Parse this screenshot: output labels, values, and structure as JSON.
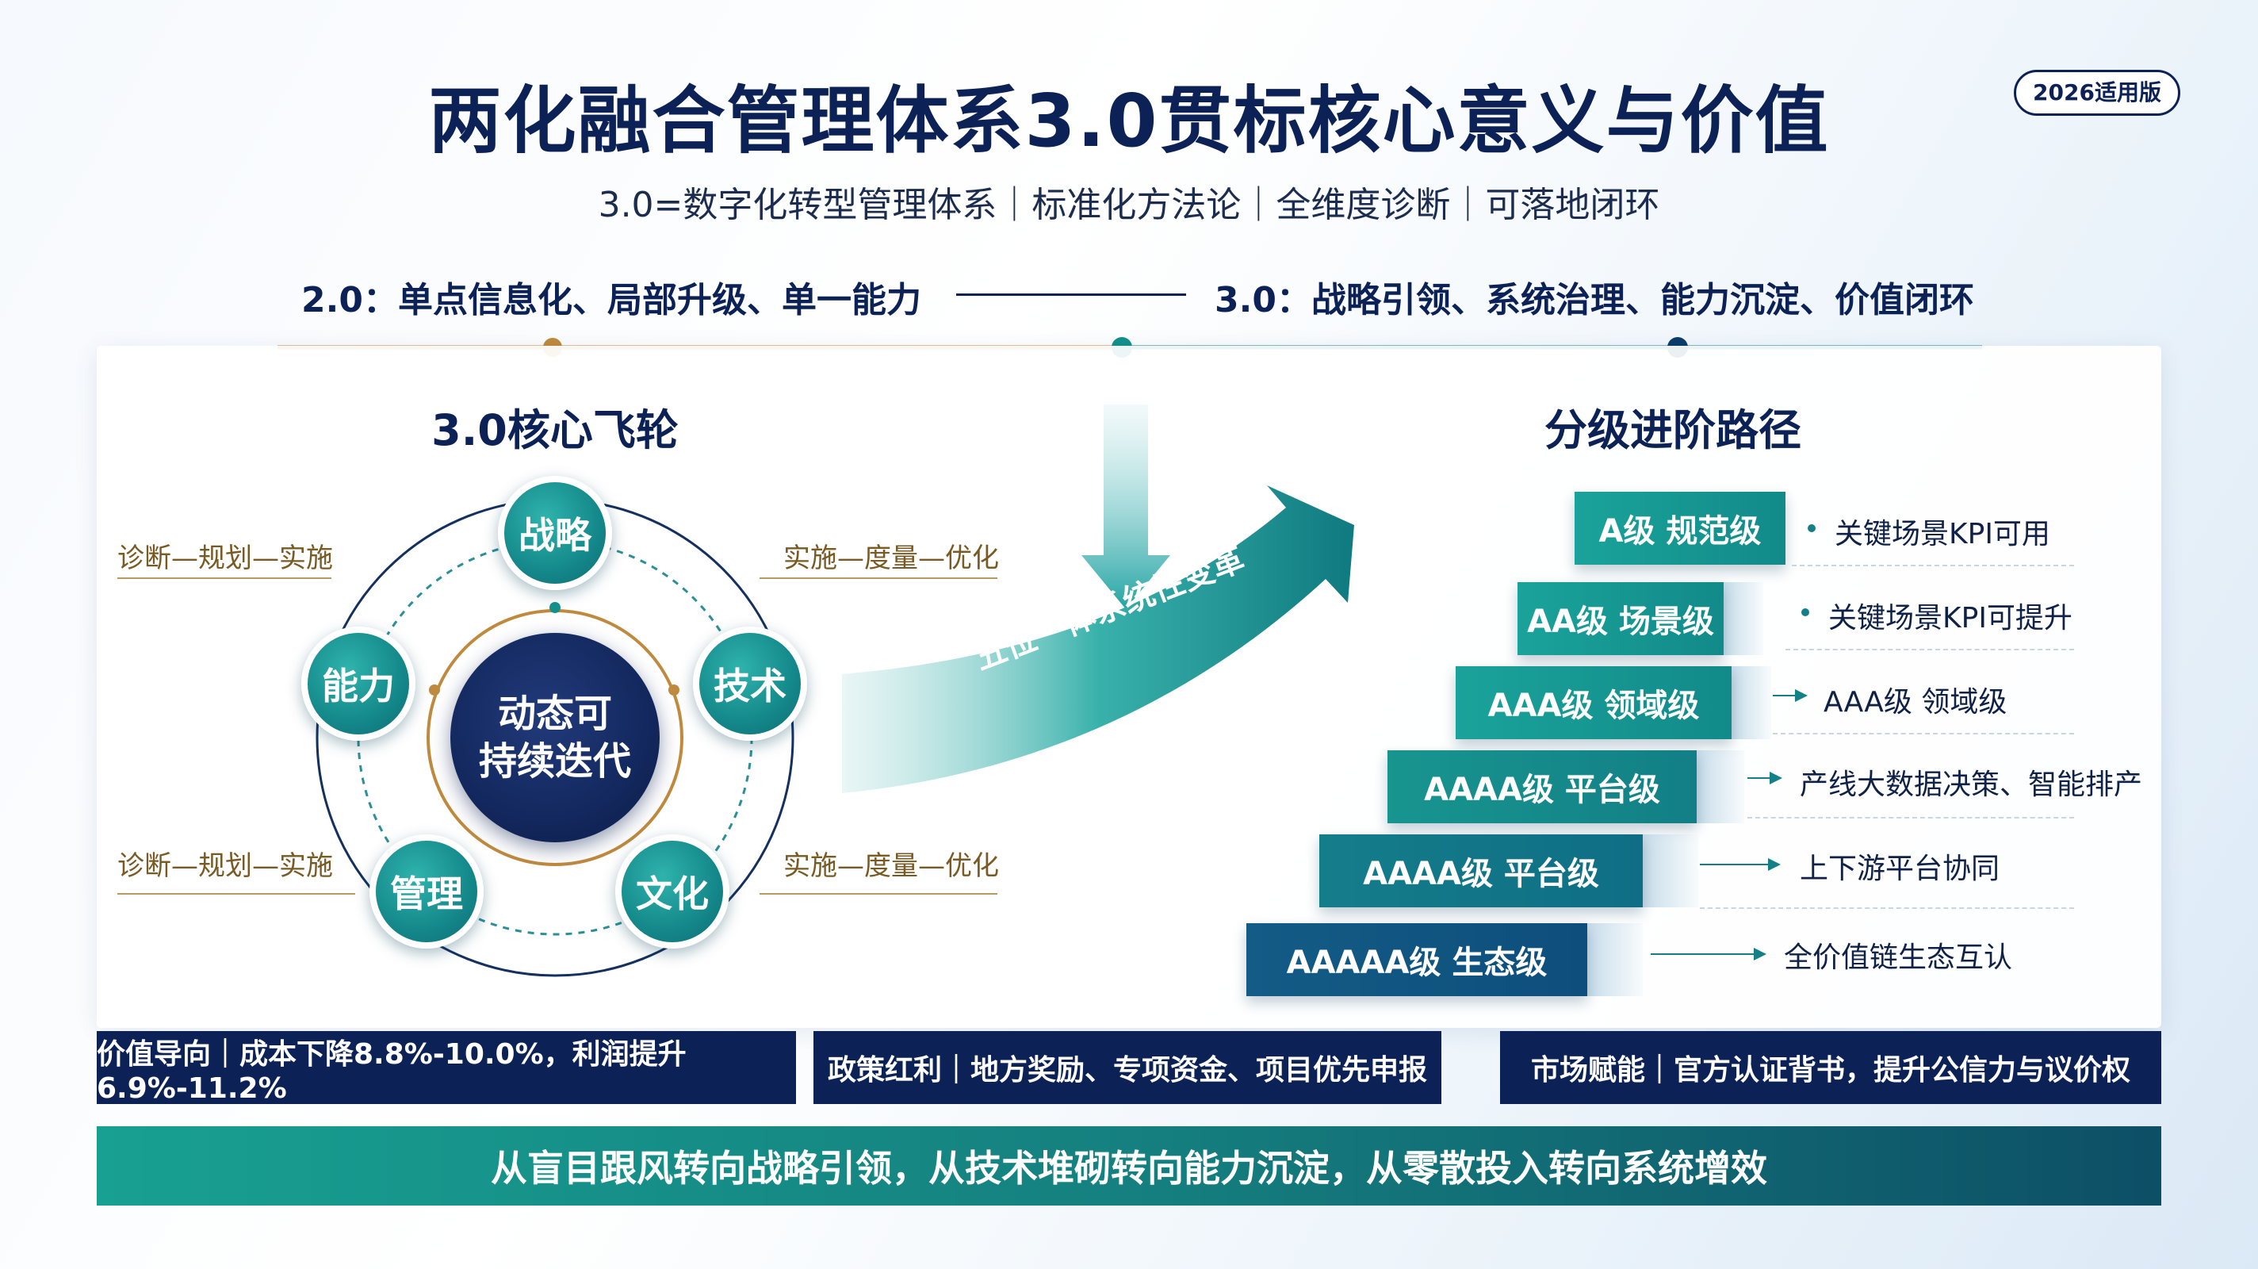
{
  "header": {
    "title": "两化融合管理体系3.0贯标核心意义与价值",
    "badge": "2026适用版",
    "subtitle": "3.0=数字化转型管理体系｜标准化方法论｜全维度诊断｜可落地闭环"
  },
  "version_compare": {
    "v20": "2.0：单点信息化、局部升级、单一能力",
    "v30": "3.0：战略引领、系统治理、能力沉淀、价值闭环"
  },
  "flywheel": {
    "title": "3.0核心飞轮",
    "core_line1": "动态可",
    "core_line2": "持续迭代",
    "nodes": {
      "strategy": "战略",
      "tech": "技术",
      "culture": "文化",
      "management": "管理",
      "capability": "能力"
    },
    "cycle_labels": {
      "top_left": "诊断—规划—实施",
      "top_right": "实施—度量—优化",
      "bottom_left": "诊断—规划—实施",
      "bottom_right": "实施—度量—优化"
    }
  },
  "transformation_arrow": {
    "label": "五位一体系统性变革"
  },
  "ladder": {
    "title": "分级进阶路径",
    "levels": [
      {
        "label": "A级 规范级",
        "desc": "关键场景KPI可用",
        "marker": "bullet"
      },
      {
        "label": "AA级 场景级",
        "desc": "关键场景KPI可提升",
        "marker": "bullet"
      },
      {
        "label": "AAA级 领域级",
        "desc": "AAA级 领域级",
        "marker": "arrow"
      },
      {
        "label": "AAAA级 平台级",
        "desc": "产线大数据决策、智能排产",
        "marker": "arrow"
      },
      {
        "label": "AAAA级 平台级",
        "desc": "上下游平台协同",
        "marker": "arrow"
      },
      {
        "label": "AAAAA级 生态级",
        "desc": "全价值链生态互认",
        "marker": "arrow"
      }
    ]
  },
  "info_bars": [
    "价值导向｜成本下降8.8%-10.0%，利润提升6.9%-11.2%",
    "政策红利｜地方奖励、专项资金、项目优先申报",
    "市场赋能｜官方认证背书，提升公信力与议价权"
  ],
  "banner": "从盲目跟风转向战略引领，从技术堆砌转向能力沉淀，从零散投入转向系统增效",
  "colors": {
    "navy": "#0c2256",
    "teal": "#14888a",
    "gold": "#c08a3e",
    "banner_start": "#18a092",
    "banner_end": "#0d4f66"
  }
}
